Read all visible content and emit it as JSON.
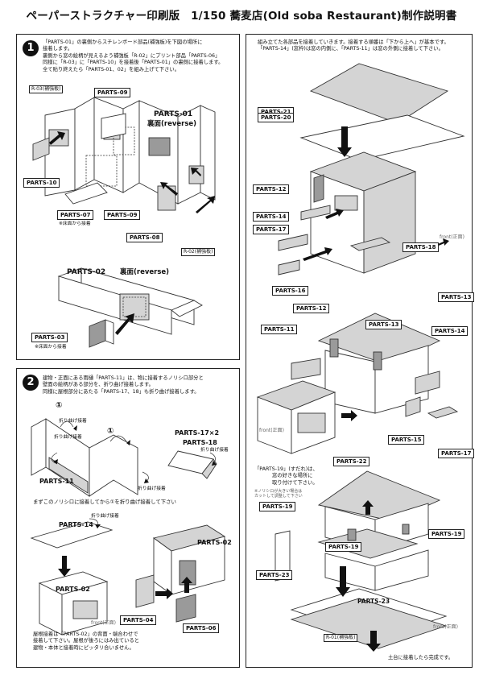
{
  "title": "ペーパーストラクチャー印刷版　1/150 蕎麦店(Old soba Restaurant)制作説明書",
  "step1": {
    "number": "1",
    "note_lines": [
      "「PARTS-01」の裏側からスチレンボード部品(補強板)を下図の場所に",
      "接着します。",
      "裏側から窓の絵柄が見えるよう補強板「R-02」にプリント部品「PARTS-06」",
      "同様に「R-03」に「PARTS-10」を接着後「PARTS-01」の裏側に接着します。",
      "全て貼り終えたら「PARTS-01、02」を組み上げて下さい。"
    ],
    "labels": {
      "r03": "R-03(補強板)",
      "p09a": "PARTS-09",
      "p01": "PARTS-01",
      "p01_rev": "裏面(reverse)",
      "p10": "PARTS-10",
      "p07": "PARTS-07",
      "p09b": "PARTS-09",
      "floor1": "※床面から接着",
      "p08": "PARTS-08",
      "r02": "R-02(補強板)",
      "p02": "PARTS-02",
      "p02_rev": "裏面(reverse)",
      "p03": "PARTS-03",
      "floor2": "※床面から接着"
    }
  },
  "step2": {
    "number": "2",
    "note_lines": [
      "建物・正面にある雨樋「PARTS-11」は、物に接着するノリシロ部分と",
      "壁面の絵柄がある部分を、折り曲げ接着します。",
      "同様に屋根部分にあたる「PARTS-17、18」も折り曲げ接着します。"
    ],
    "labels": {
      "c1a": "①",
      "fold1": "折り曲げ接着",
      "fold2": "折り曲げ接着",
      "c1b": "①",
      "p11": "PARTS-11",
      "fold3": "折り曲げ接着",
      "p17x2": "PARTS-17×2",
      "p18": "PARTS-18",
      "fold4": "折り曲げ接着",
      "caption": "まずこのノリシロに接着してから①を折り曲げ接着して下さい",
      "p14": "PARTS-14",
      "fold5": "折り曲げ接着",
      "p02a": "PARTS-02",
      "p02b": "PARTS-02",
      "front1": "front(正面)",
      "p04": "PARTS-04",
      "p06": "PARTS-06",
      "roof_lines": [
        "屋根接着は「PARTS-02」の背面・端合わせで",
        "接着して下さい。屋根が後ろにはみ出ていると",
        "建物・本体と接着時にピッタリ合いません。"
      ]
    }
  },
  "step3": {
    "note_lines": [
      "組み立てた各部品を接着していきます。接着する順番は「下から上へ」が基本です。",
      "「PARTS-14」(窓枠)は窓の内側に、「PARTS-11」は窓の外側に接着して下さい。"
    ],
    "labels": {
      "p21": "PARTS-21",
      "p20": "PARTS-20",
      "p12a": "PARTS-12",
      "p14a": "PARTS-14",
      "p17a": "PARTS-17",
      "p18a": "PARTS-18",
      "front_a": "front(正面)",
      "p16": "PARTS-16",
      "p12b": "PARTS-12",
      "p13a": "PARTS-13",
      "p13b": "PARTS-13",
      "p11": "PARTS-11",
      "p14b": "PARTS-14",
      "front_b": "front(正面)",
      "p15": "PARTS-15",
      "p17b": "PARTS-17",
      "p19_note": [
        "「PARTS-19」(すだれ)は、",
        "窓の好きな場所に",
        "取り付けて下さい。"
      ],
      "p19_small": [
        "※ノリシロが大きい場合は",
        "カットして調整して下さい"
      ],
      "p22": "PARTS-22",
      "p19a": "PARTS-19",
      "p19b": "PARTS-19",
      "p19c": "PARTS-19",
      "p23a": "PARTS-23",
      "p23b": "PARTS-23",
      "front_c": "front(正面)",
      "r01": "R-01(補強板)",
      "finish": "土台に接着したら完成です。"
    }
  }
}
